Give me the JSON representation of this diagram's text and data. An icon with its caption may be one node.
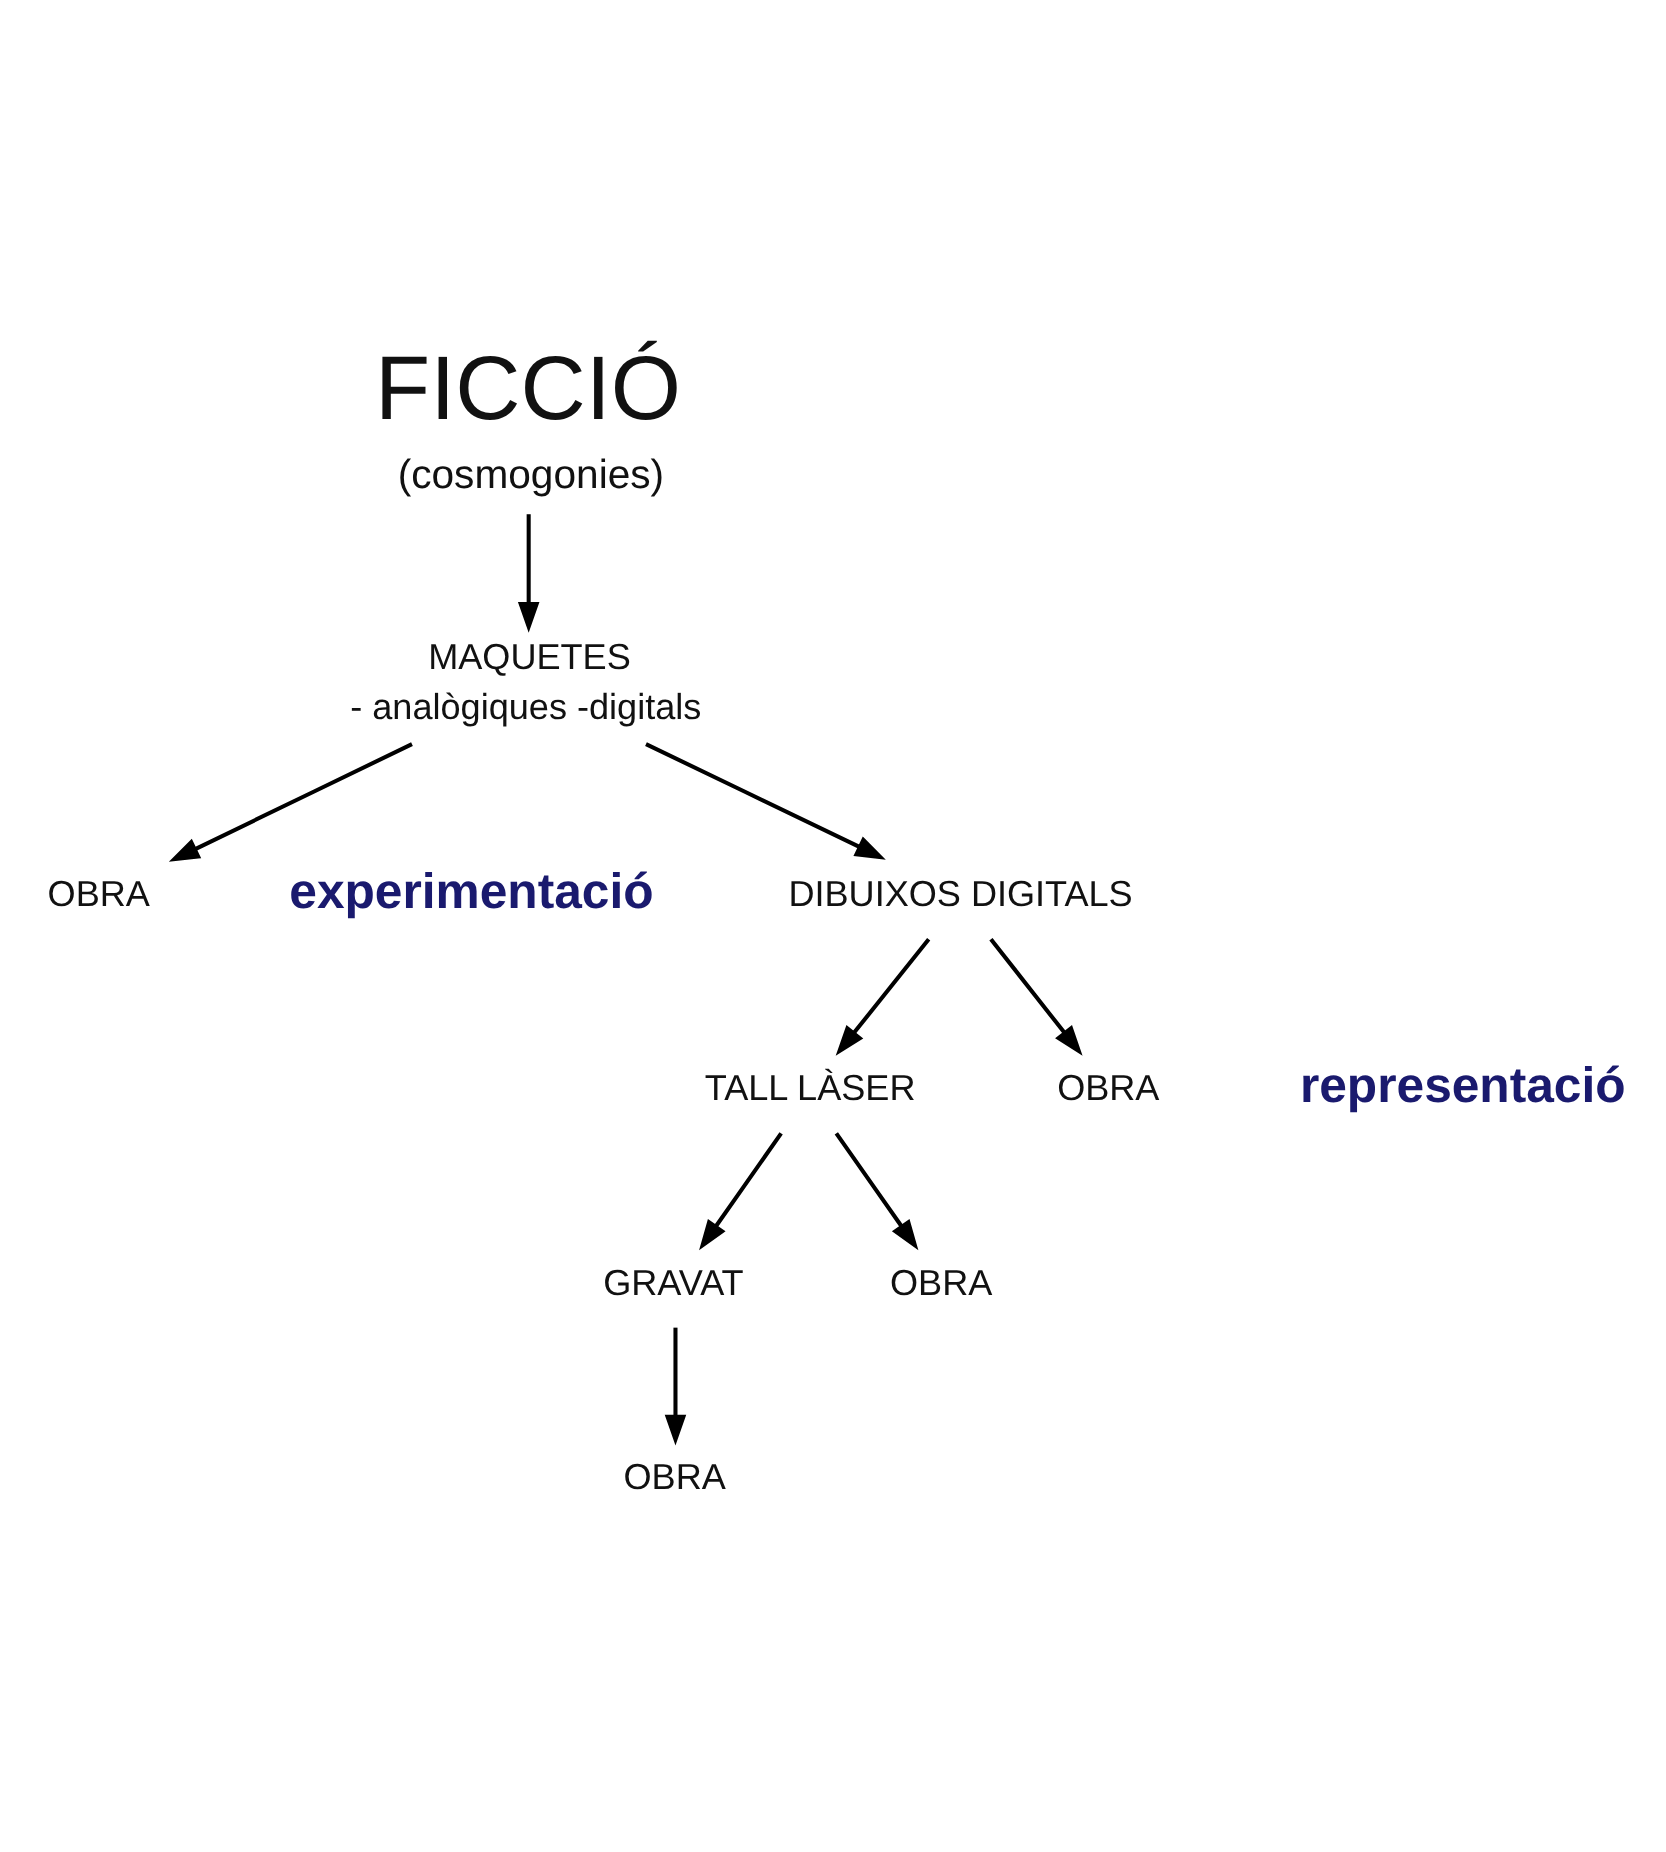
{
  "diagram": {
    "nodes": [
      {
        "text": [
          "FICCIÓ",
          "(cosmogonies)"
        ]
      },
      {
        "text": [
          "MAQUETES",
          "- analògiques -digitals"
        ]
      },
      {
        "text": [
          "DIBUIXOS DIGITALS"
        ]
      },
      {
        "text": [
          "OBRA"
        ]
      },
      {
        "text": [
          "TALL LÀSER"
        ]
      },
      {
        "text": [
          "OBRA"
        ]
      },
      {
        "text": [
          "GRAVAT"
        ]
      },
      {
        "text": [
          "OBRA"
        ]
      },
      {
        "text": [
          "OBRA"
        ]
      }
    ],
    "edges": [
      {
        "from": 0,
        "to": 1,
        "arrow": "to"
      },
      {
        "from": 1,
        "to": 2,
        "arrow": "to"
      },
      {
        "from": 1,
        "to": 3,
        "arrow": "to"
      },
      {
        "from": 2,
        "to": 4,
        "arrow": "to"
      },
      {
        "from": 2,
        "to": 5,
        "arrow": "to"
      },
      {
        "from": 4,
        "to": 6,
        "arrow": "to"
      },
      {
        "from": 4,
        "to": 7,
        "arrow": "to"
      },
      {
        "from": 6,
        "to": 8,
        "arrow": "to"
      }
    ],
    "labels": [
      "experimentació",
      "representació"
    ]
  }
}
